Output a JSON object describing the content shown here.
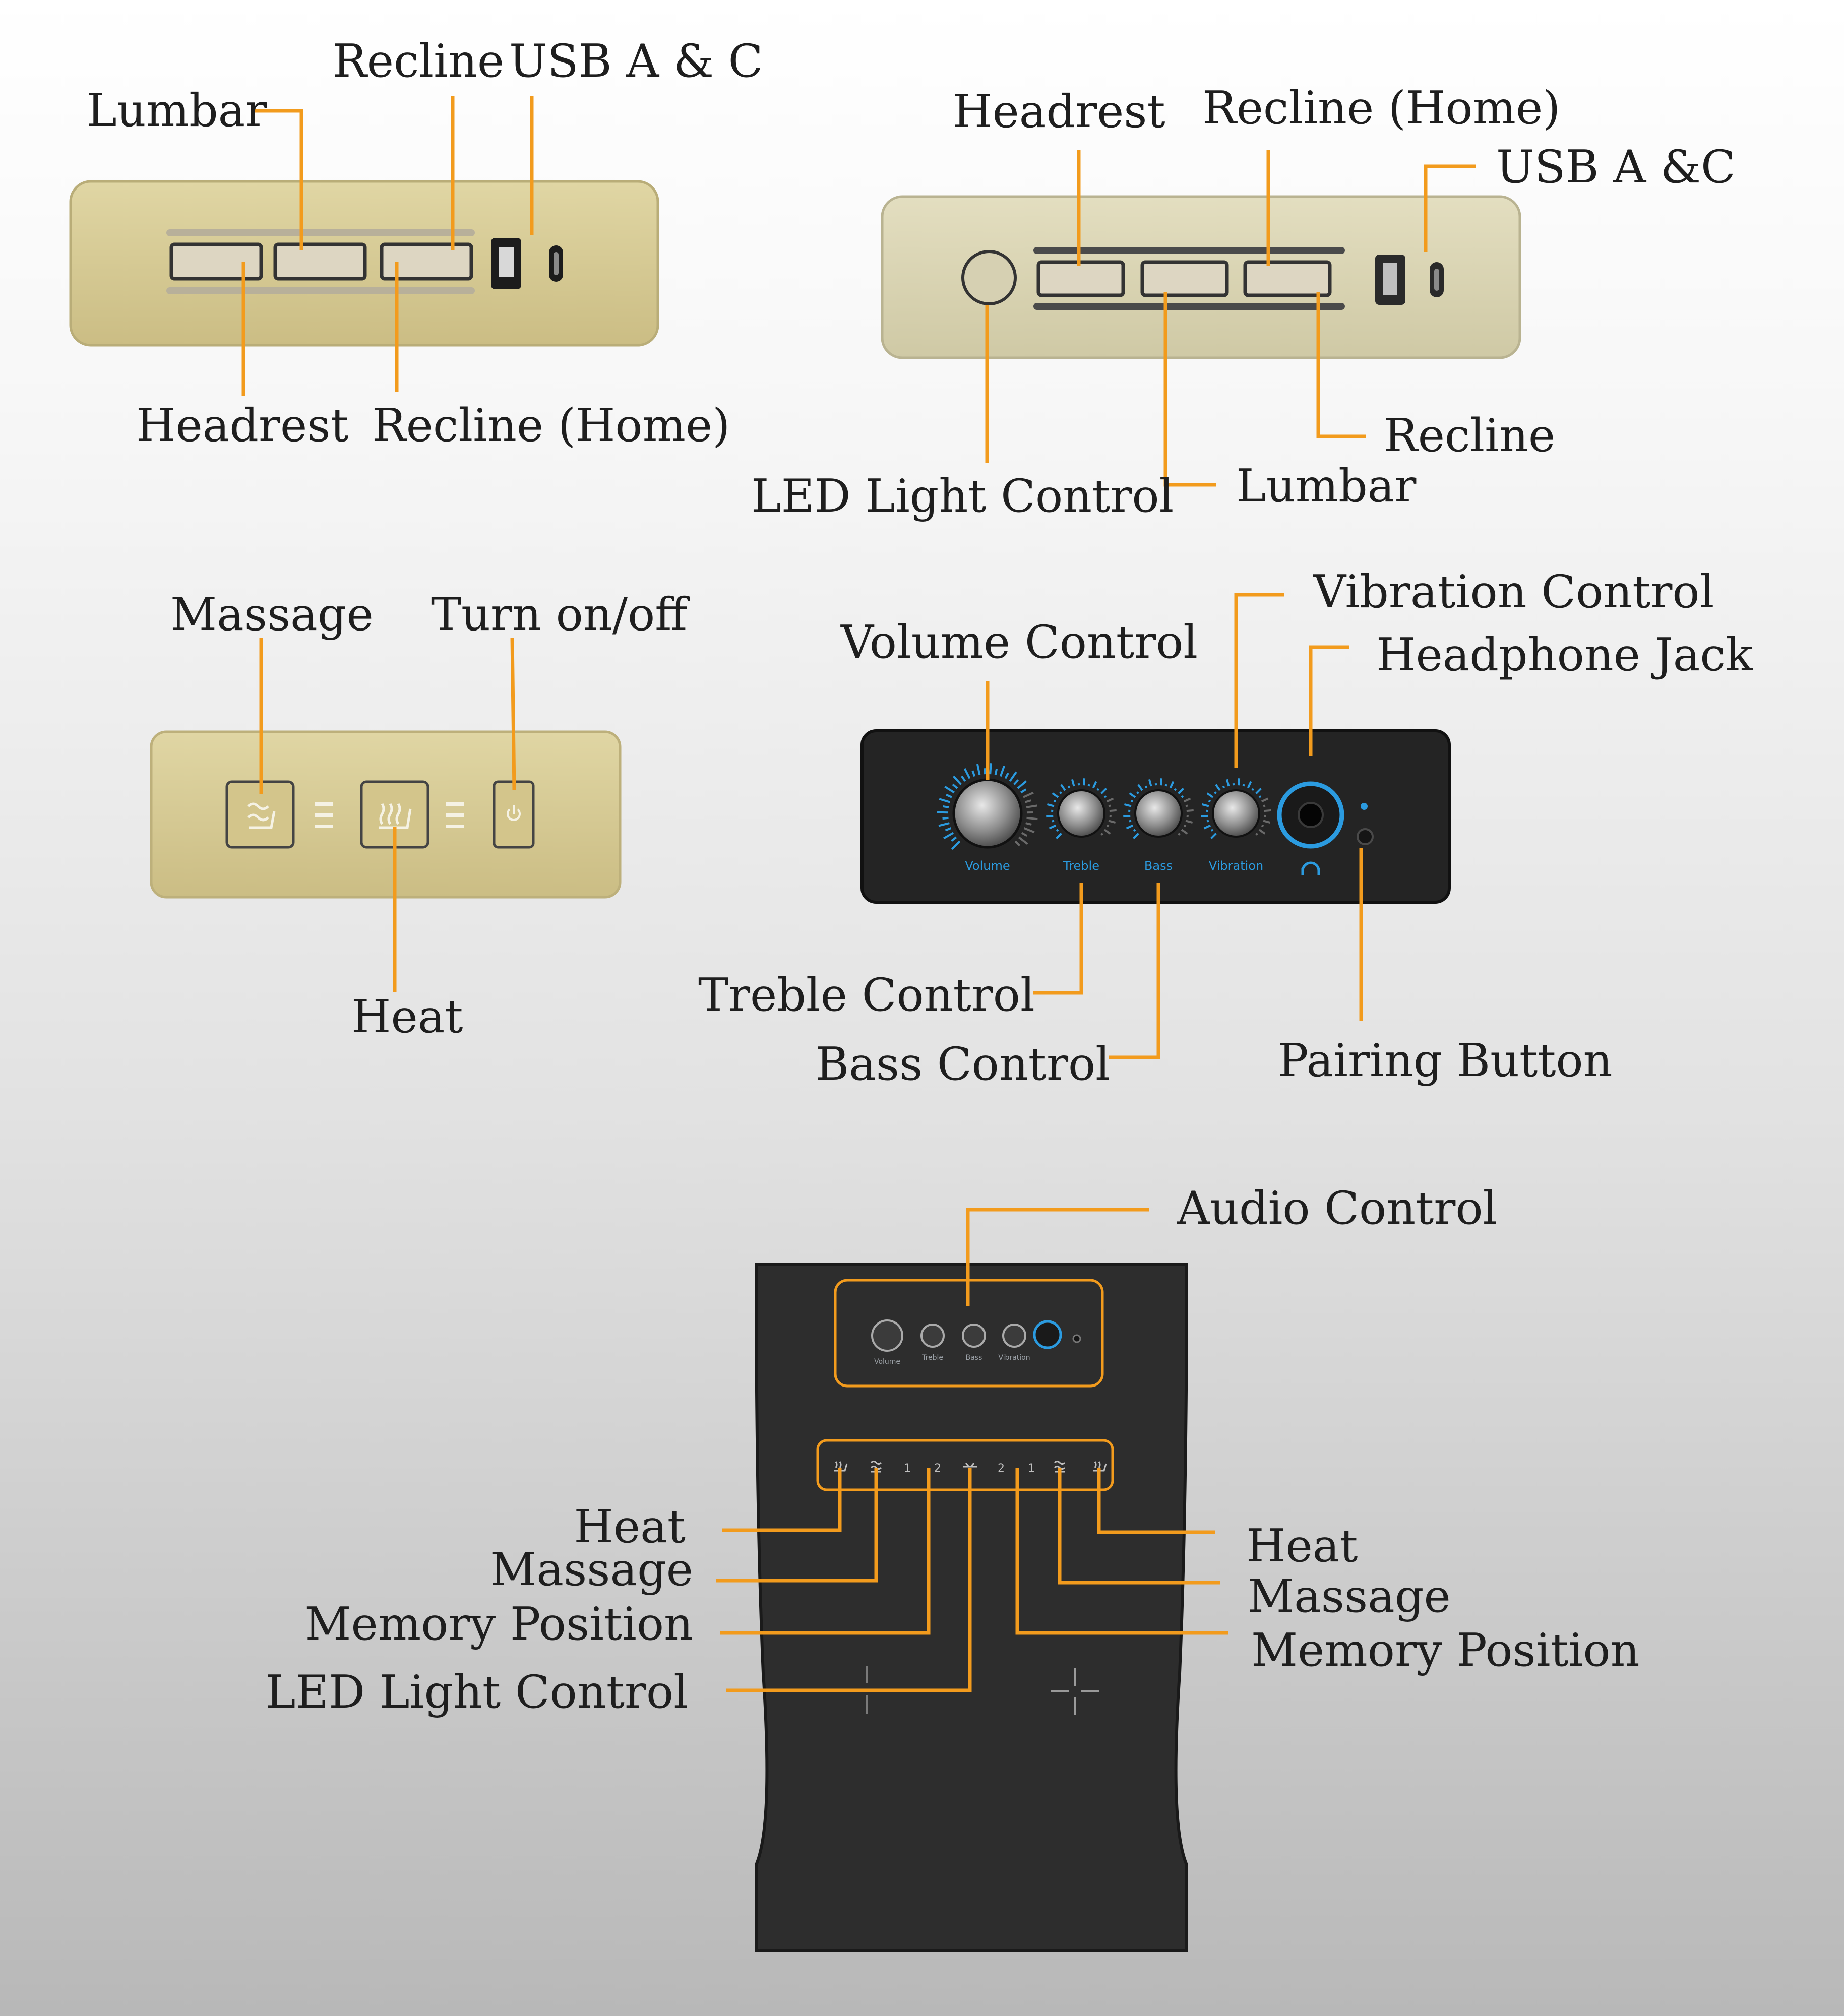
{
  "colors": {
    "leader": "#f29b1d",
    "gold_panel": "#d8cb92",
    "cream_panel": "#d9d4b4",
    "dark_panel": "#232323",
    "accent_blue": "#2b9be0"
  },
  "panel1": {
    "recline": "Recline",
    "usb": "USB A & C",
    "lumbar": "Lumbar",
    "headrest": "Headrest",
    "recline_home": "Recline (Home)"
  },
  "panel2": {
    "headrest": "Headrest",
    "recline_home": "Recline (Home)",
    "usb": "USB A &C",
    "recline": "Recline",
    "lumbar": "Lumbar",
    "led": "LED Light Control"
  },
  "panel3": {
    "massage": "Massage",
    "power": "Turn on/off",
    "heat": "Heat"
  },
  "panel4": {
    "volume": "Volume Control",
    "vibration": "Vibration Control",
    "headphone": "Headphone Jack",
    "treble": "Treble Control",
    "bass": "Bass Control",
    "pairing": "Pairing Button",
    "knob_labels": {
      "volume": "Volume",
      "treble": "Treble",
      "bass": "Bass",
      "vibration": "Vibration"
    }
  },
  "console": {
    "audio": "Audio Control",
    "left_heat": "Heat",
    "left_massage": "Massage",
    "left_memory": "Memory Position",
    "left_led": "LED Light Control",
    "right_heat": "Heat",
    "right_massage": "Massage",
    "right_memory": "Memory Position",
    "button_glyphs": [
      "1",
      "2",
      "2",
      "1"
    ],
    "mini_knob_labels": [
      "Volume",
      "Treble",
      "Bass",
      "Vibration"
    ]
  }
}
